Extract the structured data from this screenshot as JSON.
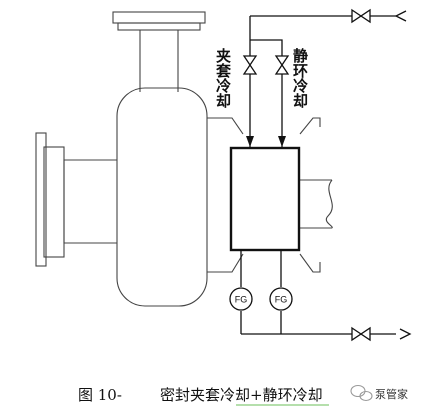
{
  "labels": {
    "jacket_cooling": "夹套冷却",
    "static_ring_cooling": "静环冷却",
    "flow_gauge_left": "FG",
    "flow_gauge_right": "FG"
  },
  "caption": {
    "figure_no": "图 10-",
    "text": "密封夹套冷却+静环冷却"
  },
  "watermark": {
    "text": "泵管家"
  },
  "colors": {
    "line": "#111111",
    "pump_outline": "#444444",
    "watermark": "#9a9a9a"
  }
}
